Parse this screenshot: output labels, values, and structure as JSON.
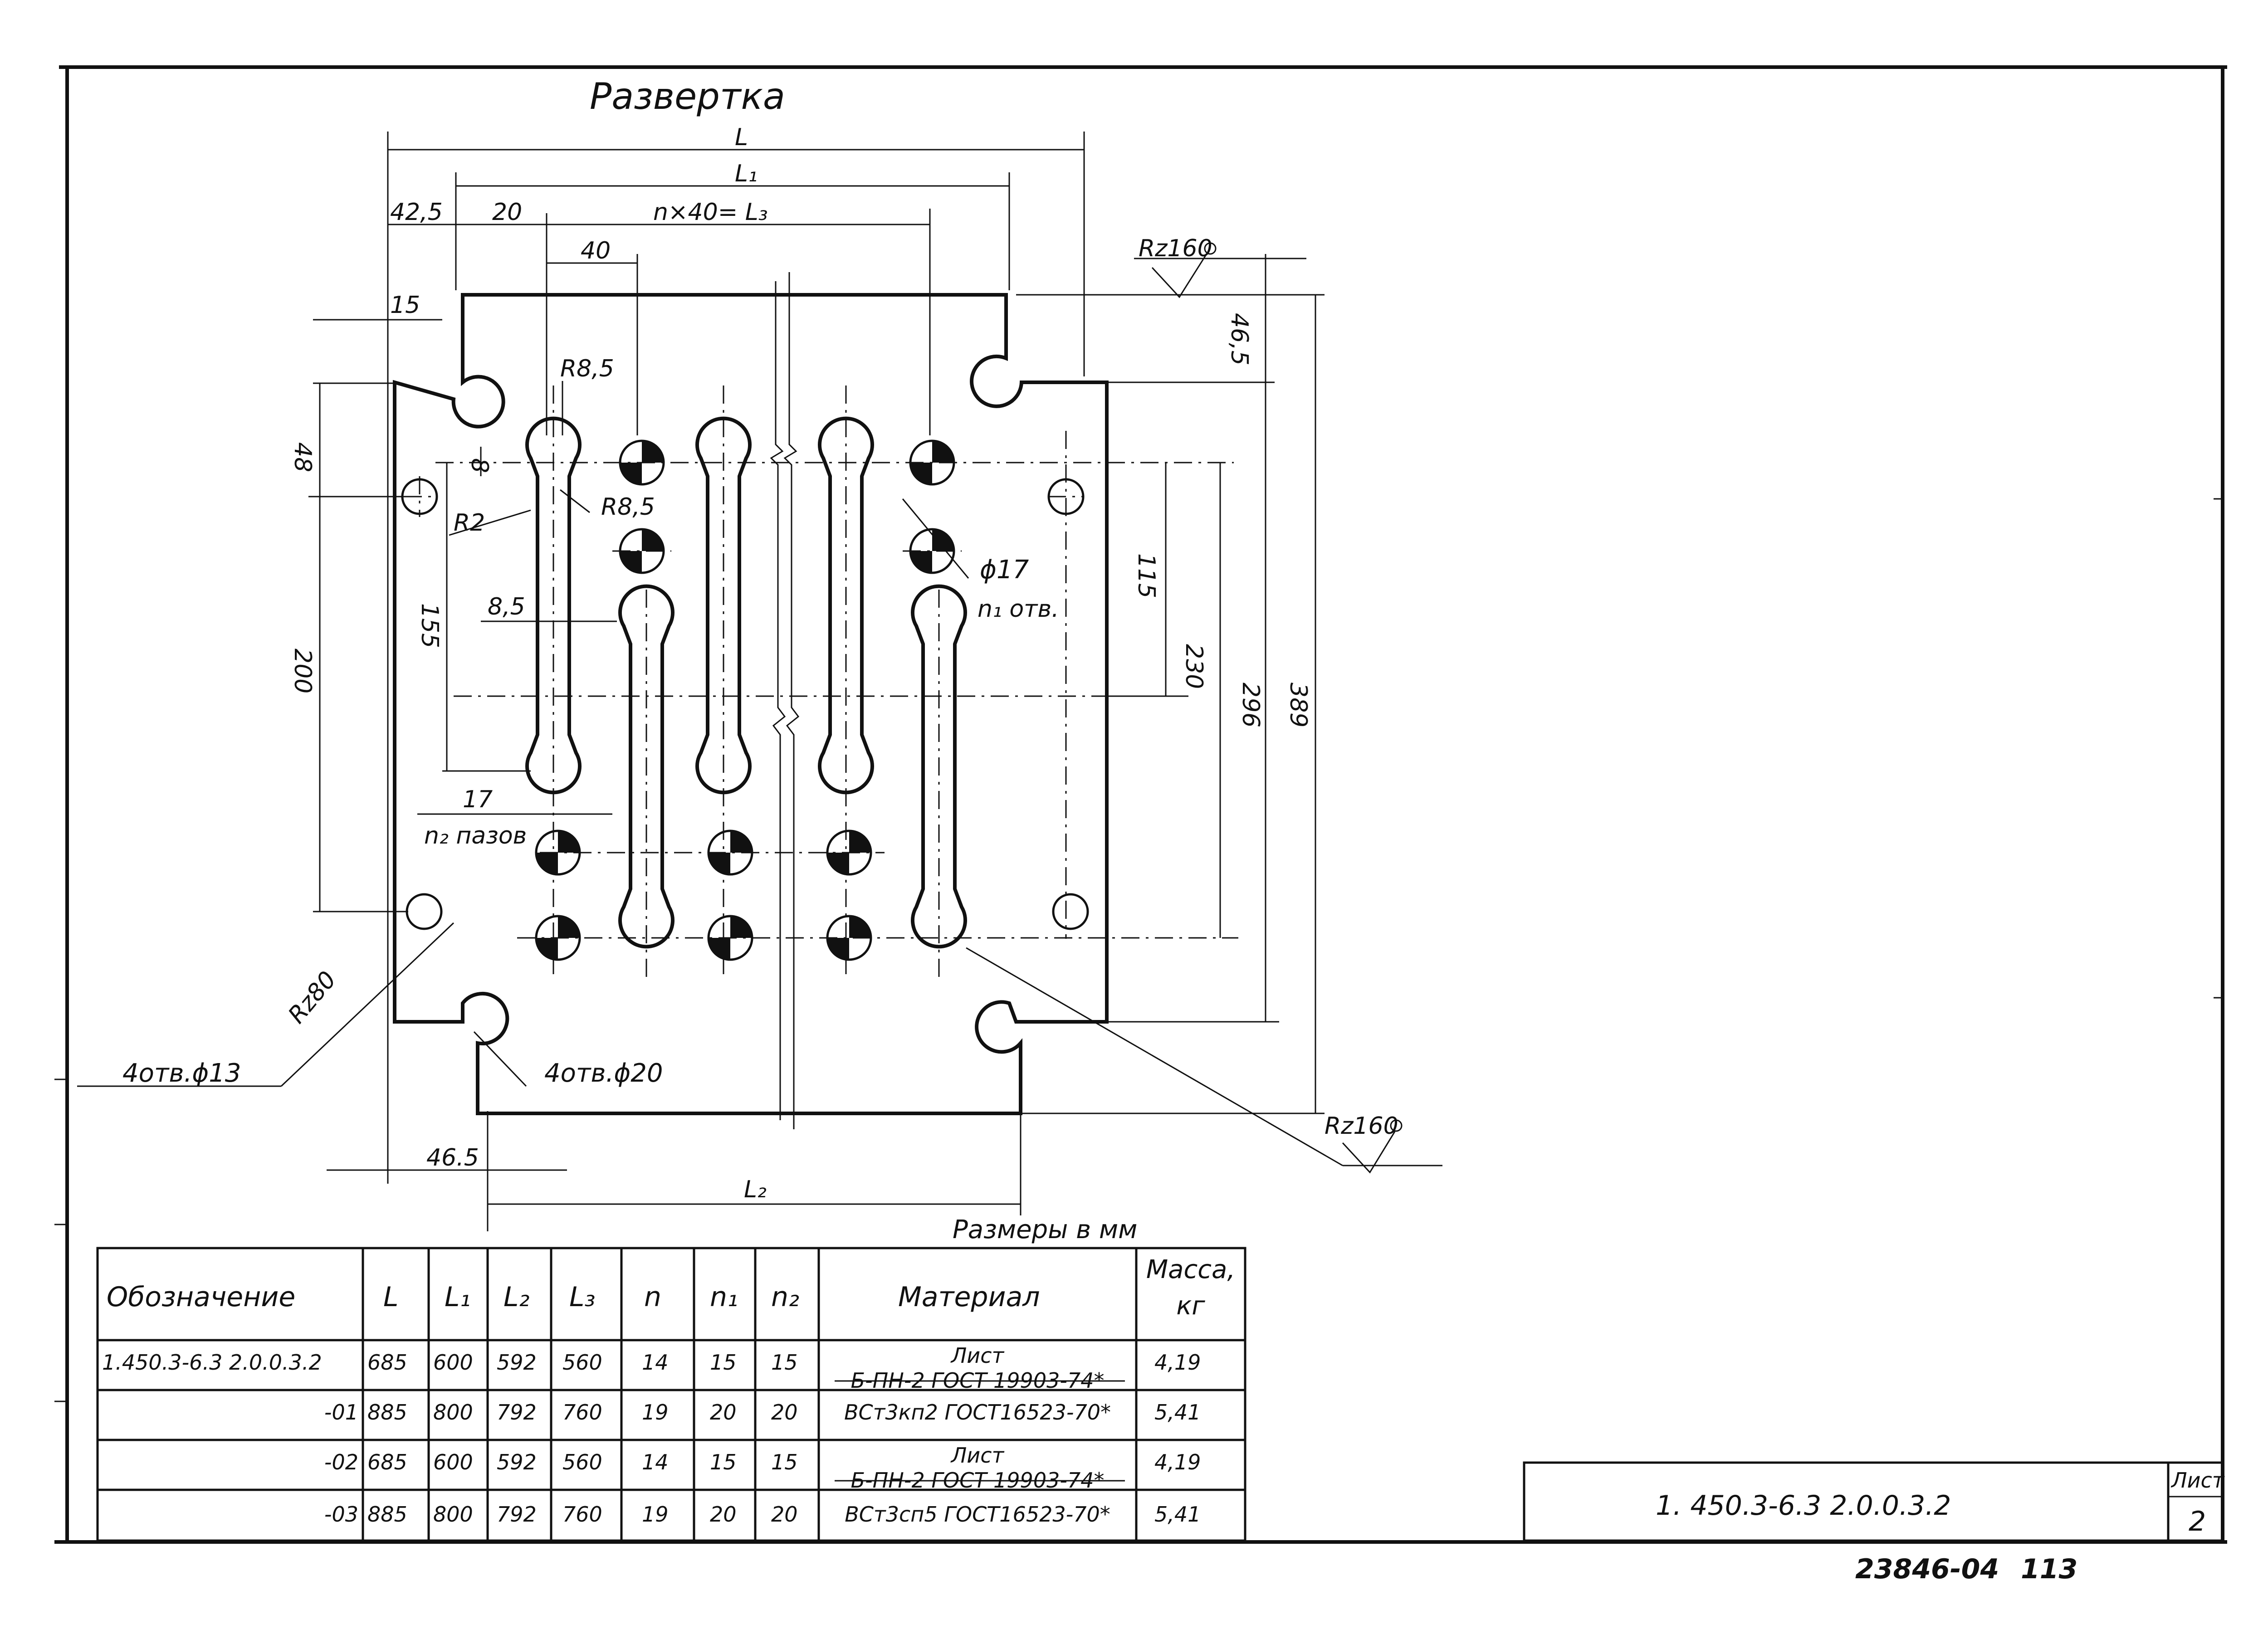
{
  "drawing": {
    "title": "Развертка",
    "units_note": "Размеры в мм",
    "dimensions": {
      "L": "L",
      "L1": "L₁",
      "L2": "L₂",
      "L3_formula": "n×40= L₃",
      "d_42_5": "42,5",
      "d_20": "20",
      "d_40": "40",
      "d_15": "15",
      "d_48": "48",
      "d_8": "8",
      "d_200": "200",
      "d_155": "155",
      "d_8_5": "8,5",
      "d_17": "17",
      "d_46_5_bottom": "46.5",
      "d_46_5_right": "46,5",
      "d_115": "115",
      "d_230": "230",
      "d_296": "296",
      "d_389": "389"
    },
    "callouts": {
      "rough_top": "Rz160",
      "rough_bottom": "Rz160",
      "rough_left": "Rz80",
      "r8_5_top": "R8,5",
      "r8_5_mid": "R8,5",
      "r2": "R2",
      "phi17": "ϕ17",
      "n1_holes": "n₁ отв.",
      "n2_slots": "n₂ пазов",
      "holes_13": "4отв.ϕ13",
      "holes_20": "4отв.ϕ20"
    }
  },
  "table": {
    "headers": [
      "Обозначение",
      "L",
      "L₁",
      "L₂",
      "L₃",
      "n",
      "n₁",
      "n₂",
      "Материал",
      "Масса, кг"
    ],
    "rows": [
      {
        "designation": "1.450.3-6.3 2.0.0.3.2",
        "L": "685",
        "L1": "600",
        "L2": "592",
        "L3": "560",
        "n": "14",
        "n1": "15",
        "n2": "15",
        "mass": "4,19"
      },
      {
        "designation": "-01",
        "L": "885",
        "L1": "800",
        "L2": "792",
        "L3": "760",
        "n": "19",
        "n1": "20",
        "n2": "20",
        "mass": "5,41"
      },
      {
        "designation": "-02",
        "L": "685",
        "L1": "600",
        "L2": "592",
        "L3": "560",
        "n": "14",
        "n1": "15",
        "n2": "15",
        "mass": "4,19"
      },
      {
        "designation": "-03",
        "L": "885",
        "L1": "800",
        "L2": "792",
        "L3": "760",
        "n": "19",
        "n1": "20",
        "n2": "20",
        "mass": "5,41"
      }
    ],
    "materials": [
      {
        "name": "Лист",
        "line1": "Б-ПН-2 ГОСТ 19903-74*",
        "line2": "ВСт3кп2 ГОСТ16523-70*"
      },
      {
        "name": "Лист",
        "line1": "Б-ПН-2 ГОСТ 19903-74*",
        "line2": "ВСт3сп5 ГОСТ16523-70*"
      }
    ]
  },
  "title_block": {
    "code": "1. 450.3-6.3 2.0.0.3.2",
    "sheet_label": "Лист",
    "sheet_number": "2"
  },
  "stamp": {
    "number": "23846-04",
    "page": "113"
  }
}
